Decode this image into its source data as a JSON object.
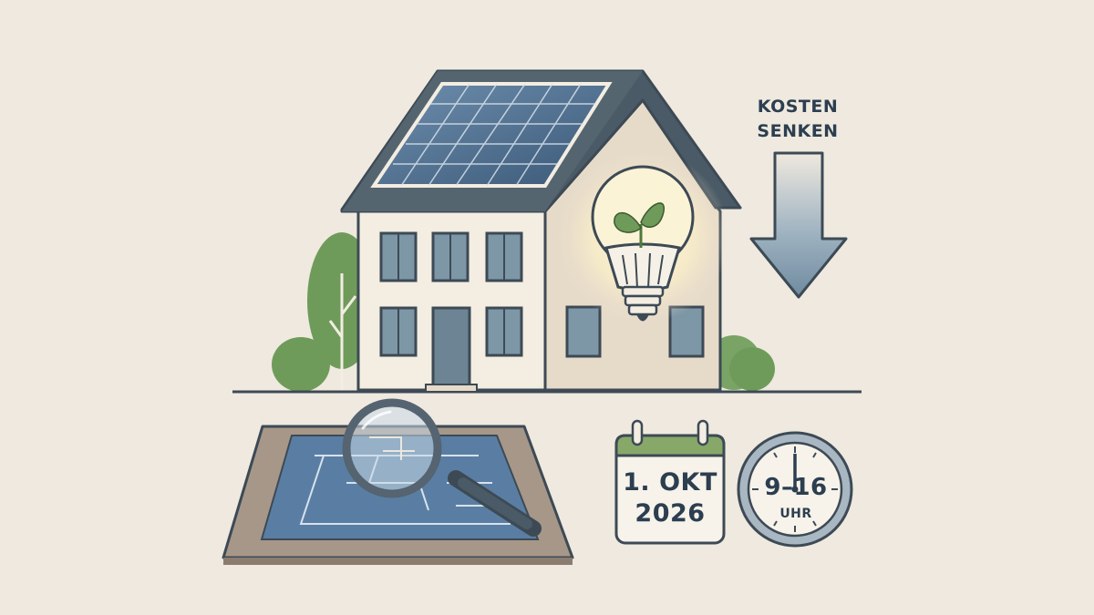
{
  "arrow_label": {
    "line1": "KOSTEN",
    "line2": "SENKEN"
  },
  "calendar": {
    "line1": "1. OKT",
    "line2": "2026"
  },
  "clock": {
    "hours": "9–16",
    "unit": "UHR"
  },
  "colors": {
    "background": "#efe9df",
    "roof": "#4a5a66",
    "solar_panel": "#3e5d7e",
    "house_wall": "#f3ede2",
    "window": "#7d97a6",
    "tree": "#6f9b5a",
    "arrow": "#7e98ab",
    "calendar_header": "#88a86a",
    "blueprint": "#5a7ea3",
    "outline": "#3d4a55"
  },
  "icons": [
    "house-icon",
    "solar-panel-icon",
    "light-bulb-icon",
    "leaf-icon",
    "down-arrow-icon",
    "magnifying-glass-icon",
    "blueprint-icon",
    "calendar-icon",
    "clock-icon",
    "tree-icon"
  ]
}
